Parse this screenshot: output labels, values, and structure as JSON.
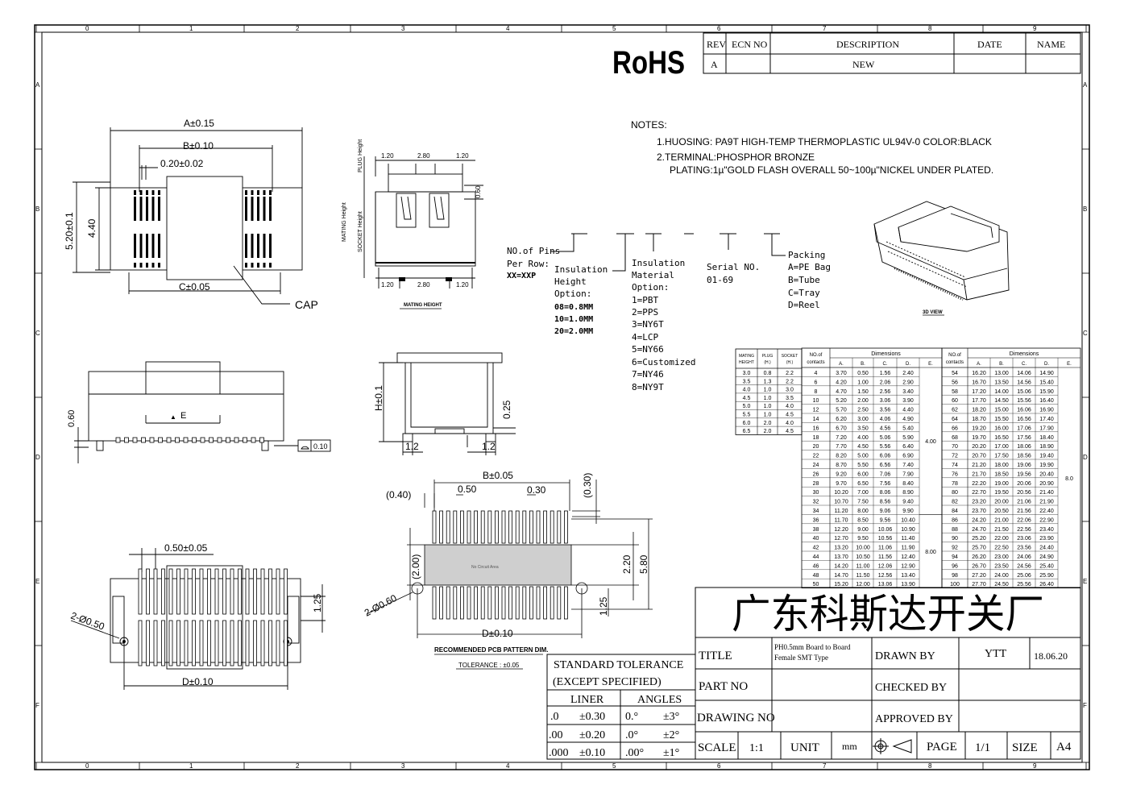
{
  "rohs": "RoHS",
  "grid": {
    "cols": [
      "0",
      "1",
      "2",
      "3",
      "4",
      "5",
      "6",
      "7",
      "8",
      "9"
    ],
    "rows": [
      "A",
      "B",
      "C",
      "D",
      "E",
      "F"
    ]
  },
  "revision": {
    "headers": [
      "REV",
      "ECN NO",
      "DESCRIPTION",
      "DATE",
      "NAME"
    ],
    "row": [
      "A",
      "",
      "NEW",
      "",
      ""
    ]
  },
  "notes": {
    "title": "NOTES:",
    "line1": "1.HUOSING: PA9T HIGH-TEMP THERMOPLASTIC UL94V-0 COLOR:BLACK",
    "line2": "2.TERMINAL:PHOSPHOR BRONZE",
    "line3": "PLATING:1µ\"GOLD FLASH OVERALL 50~100µ\"NICKEL UNDER PLATED."
  },
  "part_code": {
    "pins": [
      "NO.of Pins",
      "Per Row:",
      "XX=XXP"
    ],
    "insulation_height": [
      "Insulation",
      "Height",
      "Option:",
      "08=0.8MM",
      "10=1.0MM",
      "20=2.0MM"
    ],
    "insulation_material": [
      "Insulation",
      "Material",
      "Option:",
      "1=PBT",
      "2=PPS",
      "3=NY6T",
      "4=LCP",
      "5=NY66",
      "6=Customized",
      "7=NY46",
      "8=NY9T"
    ],
    "serial": [
      "Serial NO.",
      "01-69"
    ],
    "packing": [
      "Packing",
      "A=PE Bag",
      "B=Tube",
      "C=Tray",
      "D=Reel"
    ]
  },
  "view3d_label": "3D VIEW",
  "top_view": {
    "a": "A±0.15",
    "b": "B±0.10",
    "pitch": "0.20±0.02",
    "h1": "5.20±0.1",
    "h2": "4.40",
    "c": "C±0.05",
    "cap": "CAP"
  },
  "side_view": {
    "plug_height": "PLUG Height",
    "mating_height": "MATING Height",
    "socket_height": "SOCKET Height",
    "d1": "1.20",
    "d2": "2.80",
    "d3": "1.20",
    "d4": "0.60",
    "caption": "MATING HEIGHT"
  },
  "front_view": {
    "h": "0.60",
    "e": "E",
    "flat": "0.10"
  },
  "end_view": {
    "h": "H±0.1",
    "t": "0.25",
    "a": "1.2",
    "b": "1.2"
  },
  "bottom_view": {
    "pitch": "0.50±0.05",
    "hole": "2-Ø0.50",
    "d": "D±0.10",
    "h": "1.25"
  },
  "pcb": {
    "b": "B±0.05",
    "p40": "(0.40)",
    "p50": "0.50",
    "p30": "0.30",
    "p30v": "(0.30)",
    "p200": "(2.00)",
    "p220": "2.20",
    "p580": "5.80",
    "p125": "1.25",
    "hole": "2-Ø0.60",
    "d": "D±0.10",
    "caption": "RECOMMENDED PCB PATTERN DIM.",
    "tolerance": "TOLERANCE : ±0.05",
    "inner": "No Circuit Area"
  },
  "height_table": {
    "headers": [
      "MATING HEIGHT",
      "PLUG (H.)",
      "SOCKET (H.)"
    ],
    "rows": [
      [
        "3.0",
        "0.8",
        "2.2"
      ],
      [
        "3.5",
        "1.3",
        "2.2"
      ],
      [
        "4.0",
        "1.0",
        "3.0"
      ],
      [
        "4.5",
        "1.0",
        "3.5"
      ],
      [
        "5.0",
        "1.0",
        "4.0"
      ],
      [
        "5.5",
        "1.0",
        "4.5"
      ],
      [
        "6.0",
        "2.0",
        "4.0"
      ],
      [
        "6.5",
        "2.0",
        "4.5"
      ]
    ]
  },
  "dim_table_left": {
    "header": "Dimensions",
    "contacts": "NO.of contacts",
    "cols": [
      "A.",
      "B.",
      "C.",
      "D.",
      "E."
    ],
    "e1": "4.00",
    "e2": "8.00",
    "rows": [
      [
        "4",
        "3.70",
        "0.50",
        "1.56",
        "2.40"
      ],
      [
        "6",
        "4.20",
        "1.00",
        "2.06",
        "2.90"
      ],
      [
        "8",
        "4.70",
        "1.50",
        "2.56",
        "3.40"
      ],
      [
        "10",
        "5.20",
        "2.00",
        "3.06",
        "3.90"
      ],
      [
        "12",
        "5.70",
        "2.50",
        "3.56",
        "4.40"
      ],
      [
        "14",
        "6.20",
        "3.00",
        "4.06",
        "4.90"
      ],
      [
        "16",
        "6.70",
        "3.50",
        "4.56",
        "5.40"
      ],
      [
        "18",
        "7.20",
        "4.00",
        "5.06",
        "5.90"
      ],
      [
        "20",
        "7.70",
        "4.50",
        "5.56",
        "6.40"
      ],
      [
        "22",
        "8.20",
        "5.00",
        "6.06",
        "6.90"
      ],
      [
        "24",
        "8.70",
        "5.50",
        "6.56",
        "7.40"
      ],
      [
        "26",
        "9.20",
        "6.00",
        "7.06",
        "7.90"
      ],
      [
        "28",
        "9.70",
        "6.50",
        "7.56",
        "8.40"
      ],
      [
        "30",
        "10.20",
        "7.00",
        "8.06",
        "8.90"
      ],
      [
        "32",
        "10.70",
        "7.50",
        "8.56",
        "9.40"
      ],
      [
        "34",
        "11.20",
        "8.00",
        "9.06",
        "9.90"
      ],
      [
        "36",
        "11.70",
        "8.50",
        "9.56",
        "10.40"
      ],
      [
        "38",
        "12.20",
        "9.00",
        "10.06",
        "10.90"
      ],
      [
        "40",
        "12.70",
        "9.50",
        "10.56",
        "11.40"
      ],
      [
        "42",
        "13.20",
        "10.00",
        "11.06",
        "11.90"
      ],
      [
        "44",
        "13.70",
        "10.50",
        "11.56",
        "12.40"
      ],
      [
        "46",
        "14.20",
        "11.00",
        "12.06",
        "12.90"
      ],
      [
        "48",
        "14.70",
        "11.50",
        "12.56",
        "13.40"
      ],
      [
        "50",
        "15.20",
        "12.00",
        "13.06",
        "13.90"
      ]
    ]
  },
  "dim_table_right": {
    "header": "Dimensions",
    "contacts": "NO.of contacts",
    "cols": [
      "A.",
      "B.",
      "C.",
      "D.",
      "E."
    ],
    "e": "8.0",
    "rows": [
      [
        "54",
        "16.20",
        "13.00",
        "14.06",
        "14.90"
      ],
      [
        "56",
        "16.70",
        "13.50",
        "14.56",
        "15.40"
      ],
      [
        "58",
        "17.20",
        "14.00",
        "15.06",
        "15.90"
      ],
      [
        "60",
        "17.70",
        "14.50",
        "15.56",
        "16.40"
      ],
      [
        "62",
        "18.20",
        "15.00",
        "16.06",
        "16.90"
      ],
      [
        "64",
        "18.70",
        "15.50",
        "16.56",
        "17.40"
      ],
      [
        "66",
        "19.20",
        "16.00",
        "17.06",
        "17.90"
      ],
      [
        "68",
        "19.70",
        "16.50",
        "17.56",
        "18.40"
      ],
      [
        "70",
        "20.20",
        "17.00",
        "18.06",
        "18.90"
      ],
      [
        "72",
        "20.70",
        "17.50",
        "18.56",
        "19.40"
      ],
      [
        "74",
        "21.20",
        "18.00",
        "19.06",
        "19.90"
      ],
      [
        "76",
        "21.70",
        "18.50",
        "19.56",
        "20.40"
      ],
      [
        "78",
        "22.20",
        "19.00",
        "20.06",
        "20.90"
      ],
      [
        "80",
        "22.70",
        "19.50",
        "20.56",
        "21.40"
      ],
      [
        "82",
        "23.20",
        "20.00",
        "21.06",
        "21.90"
      ],
      [
        "84",
        "23.70",
        "20.50",
        "21.56",
        "22.40"
      ],
      [
        "86",
        "24.20",
        "21.00",
        "22.06",
        "22.90"
      ],
      [
        "88",
        "24.70",
        "21.50",
        "22.56",
        "23.40"
      ],
      [
        "90",
        "25.20",
        "22.00",
        "23.06",
        "23.90"
      ],
      [
        "92",
        "25.70",
        "22.50",
        "23.56",
        "24.40"
      ],
      [
        "94",
        "26.20",
        "23.00",
        "24.06",
        "24.90"
      ],
      [
        "96",
        "26.70",
        "23.50",
        "24.56",
        "25.40"
      ],
      [
        "98",
        "27.20",
        "24.00",
        "25.06",
        "25.90"
      ],
      [
        "100",
        "27.70",
        "24.50",
        "25.56",
        "26.40"
      ]
    ]
  },
  "title_block": {
    "company": "广东科斯达开关厂",
    "title_label": "TITLE",
    "title_value1": "PH0.5mm Board to Board",
    "title_value2": "Female  SMT Type",
    "drawn_by": "DRAWN BY",
    "drawn_name": "YTT",
    "date": "18.06.20",
    "part_no": "PART NO",
    "checked_by": "CHECKED BY",
    "drawing_no": "DRAWING NO",
    "approved_by": "APPROVED BY",
    "scale_label": "SCALE",
    "scale_value": "1:1",
    "unit_label": "UNIT",
    "unit_value": "mm",
    "page_label": "PAGE",
    "page_value": "1/1",
    "size_label": "SIZE",
    "size_value": "A4"
  },
  "tolerance": {
    "l1": "STANDARD  TOLERANCE",
    "l2": "(EXCEPT   SPECIFIED)",
    "liner": "LINER",
    "angles": "ANGLES",
    "rows": [
      [
        ".0",
        "±0.30",
        "0.°",
        "±3°"
      ],
      [
        ".00",
        "±0.20",
        ".0°",
        "±2°"
      ],
      [
        ".000",
        "±0.10",
        ".00°",
        "±1°"
      ]
    ]
  }
}
